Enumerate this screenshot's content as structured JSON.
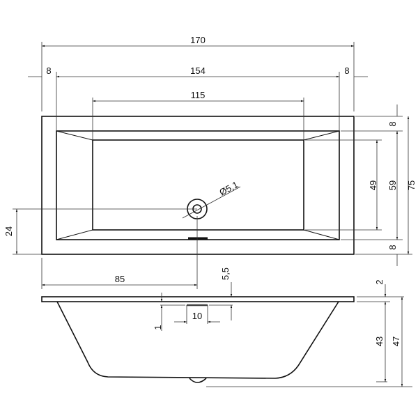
{
  "drawing": {
    "plan_view": {
      "overall_length": "170",
      "rim_left": "8",
      "inner_length": "154",
      "rim_right": "8",
      "floor_length": "115",
      "rim_top": "8",
      "floor_width": "49",
      "inner_width": "59",
      "overall_width": "75",
      "rim_bottom": "8",
      "drain_offset_y": "24",
      "drain_offset_x": "85",
      "drain_diameter": "Ø5,1"
    },
    "side_view": {
      "overflow_offset": "5,5",
      "overflow_height": "1",
      "overflow_width": "10",
      "rim_thickness": "2",
      "inner_depth": "43",
      "overall_height": "47"
    }
  },
  "colors": {
    "line": "#111111",
    "background": "#ffffff"
  }
}
